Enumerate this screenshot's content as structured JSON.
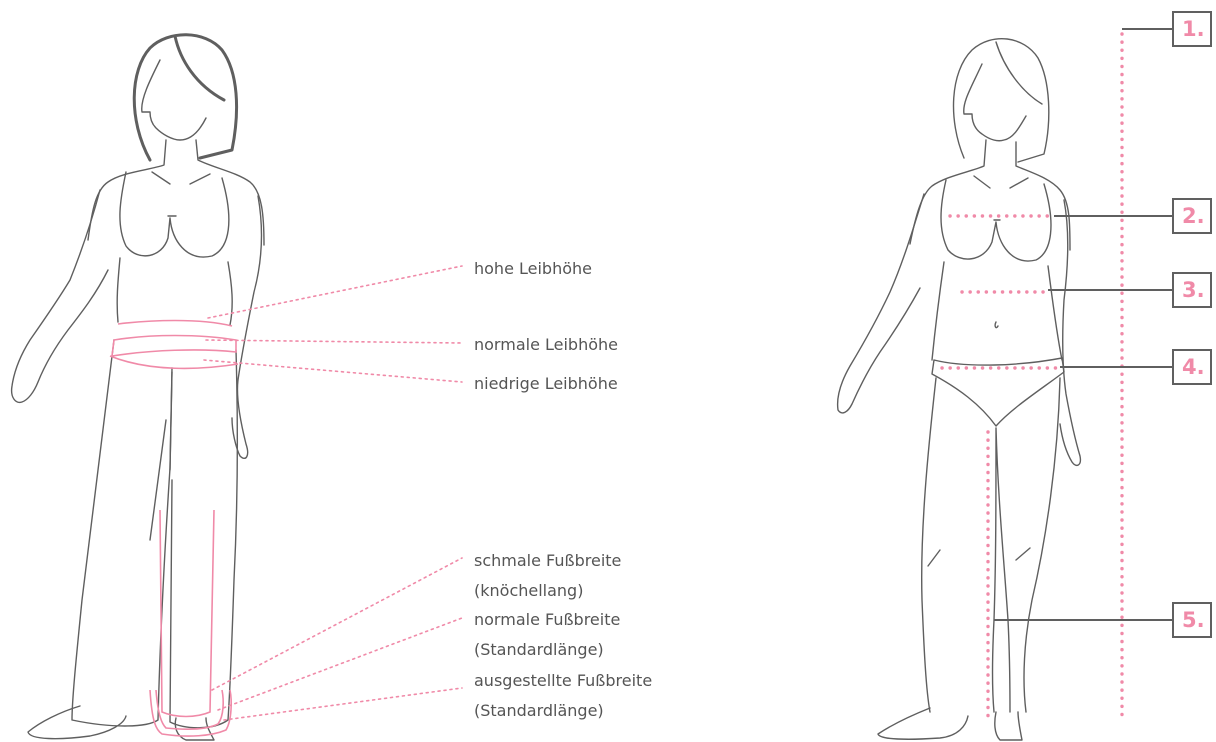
{
  "colors": {
    "outline": "#5f5f5f",
    "accent": "#f08aa8",
    "text": "#555555"
  },
  "left_figure": {
    "rise_labels": [
      "hohe Leibhöhe",
      "normale Leibhöhe",
      "niedrige Leibhöhe"
    ],
    "hem_labels": [
      {
        "line1": "schmale Fußbreite",
        "line2": "(knöchellang)"
      },
      {
        "line1": "normale Fußbreite",
        "line2": "(Standardlänge)"
      },
      {
        "line1": "ausgestellte Fußbreite",
        "line2": "(Standardlänge)"
      }
    ]
  },
  "right_figure": {
    "markers": [
      "1.",
      "2.",
      "3.",
      "4.",
      "5."
    ]
  }
}
